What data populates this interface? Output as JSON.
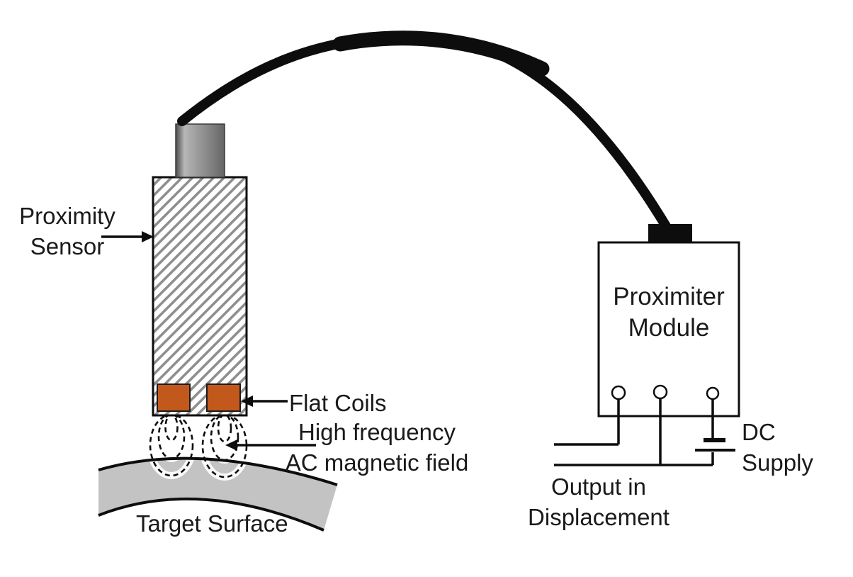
{
  "labels": {
    "proximity_sensor": "Proximity\nSensor",
    "flat_coils": "Flat Coils",
    "magnetic_field": "High frequency\nAC magnetic field",
    "target_surface": "Target Surface",
    "proximiter_module": "Proximiter\nModule",
    "dc_supply": "DC\nSupply",
    "output_displacement": "Output in\nDisplacement"
  },
  "colors": {
    "ink": "#0d0d0d",
    "coil": "#c3581c",
    "hatch": "#8e8e8e",
    "target_band": "#c3c3c3",
    "halo": "#ffffff"
  }
}
